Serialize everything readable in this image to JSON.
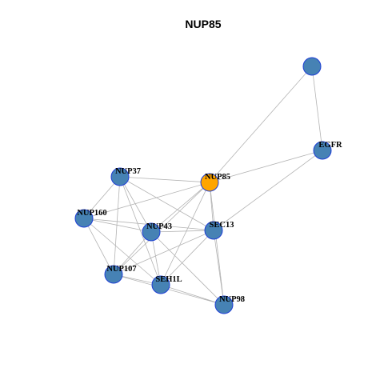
{
  "title": "NUP85",
  "colors": {
    "node_default": "#4682b4",
    "node_highlight": "#ffa500",
    "node_border": "#1f3fd6",
    "edge": "#b3b3b3"
  },
  "nodes": [
    {
      "id": "unlabeled",
      "label": "",
      "highlight": false
    },
    {
      "id": "EGFR",
      "label": "EGFR",
      "highlight": false
    },
    {
      "id": "NUP37",
      "label": "NUP37",
      "highlight": false
    },
    {
      "id": "NUP85",
      "label": "NUP85",
      "highlight": true
    },
    {
      "id": "NUP160",
      "label": "NUP160",
      "highlight": false
    },
    {
      "id": "NUP43",
      "label": "NUP43",
      "highlight": false
    },
    {
      "id": "SEC13",
      "label": "SEC13",
      "highlight": false
    },
    {
      "id": "NUP107",
      "label": "NUP107",
      "highlight": false
    },
    {
      "id": "SEH1L",
      "label": "SEH1L",
      "highlight": false
    },
    {
      "id": "NUP98",
      "label": "NUP98",
      "highlight": false
    }
  ],
  "edges": [
    [
      "unlabeled",
      "NUP85"
    ],
    [
      "unlabeled",
      "EGFR"
    ],
    [
      "EGFR",
      "NUP85"
    ],
    [
      "EGFR",
      "SEC13"
    ],
    [
      "NUP37",
      "NUP85"
    ],
    [
      "NUP37",
      "NUP160"
    ],
    [
      "NUP37",
      "NUP43"
    ],
    [
      "NUP37",
      "SEC13"
    ],
    [
      "NUP37",
      "NUP107"
    ],
    [
      "NUP37",
      "SEH1L"
    ],
    [
      "NUP85",
      "NUP160"
    ],
    [
      "NUP85",
      "NUP43"
    ],
    [
      "NUP85",
      "SEC13"
    ],
    [
      "NUP85",
      "NUP107"
    ],
    [
      "NUP85",
      "SEH1L"
    ],
    [
      "NUP85",
      "NUP98"
    ],
    [
      "NUP160",
      "NUP43"
    ],
    [
      "NUP160",
      "SEC13"
    ],
    [
      "NUP160",
      "NUP107"
    ],
    [
      "NUP160",
      "SEH1L"
    ],
    [
      "NUP43",
      "SEC13"
    ],
    [
      "NUP43",
      "NUP107"
    ],
    [
      "NUP43",
      "SEH1L"
    ],
    [
      "NUP43",
      "NUP98"
    ],
    [
      "SEC13",
      "NUP107"
    ],
    [
      "SEC13",
      "SEH1L"
    ],
    [
      "SEC13",
      "NUP98"
    ],
    [
      "NUP107",
      "SEH1L"
    ],
    [
      "NUP107",
      "NUP98"
    ],
    [
      "SEH1L",
      "NUP98"
    ]
  ]
}
